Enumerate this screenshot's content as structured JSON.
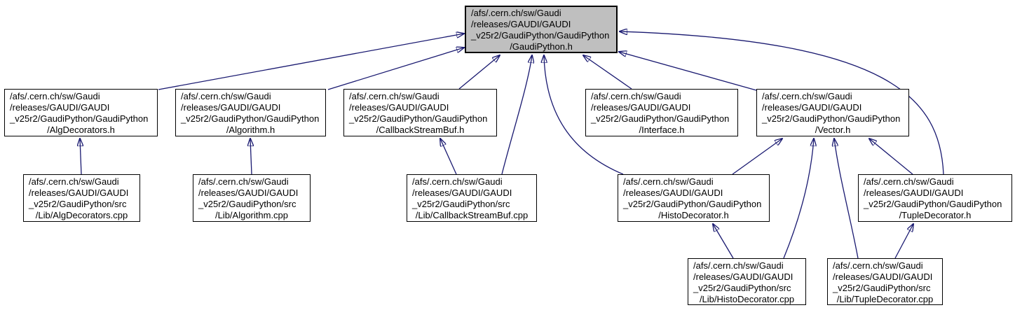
{
  "graph": {
    "kind": "include-dependency-graph",
    "colors": {
      "background": "#ffffff",
      "edge": "#191970",
      "node_fill": "#ffffff",
      "node_border": "#000000",
      "highlighted_node_fill": "#bfbfbf"
    },
    "nodes": {
      "gaudipython_h": {
        "path_lines": "/afs/.cern.ch/sw/Gaudi\n/releases/GAUDI/GAUDI\n_v25r2/GaudiPython/GaudiPython",
        "file_line": "/GaudiPython.h",
        "highlighted": true
      },
      "algdecorators_h": {
        "path_lines": "/afs/.cern.ch/sw/Gaudi\n/releases/GAUDI/GAUDI\n_v25r2/GaudiPython/GaudiPython",
        "file_line": "/AlgDecorators.h",
        "highlighted": false
      },
      "algorithm_h": {
        "path_lines": "/afs/.cern.ch/sw/Gaudi\n/releases/GAUDI/GAUDI\n_v25r2/GaudiPython/GaudiPython",
        "file_line": "/Algorithm.h",
        "highlighted": false
      },
      "callbackstreambuf_h": {
        "path_lines": "/afs/.cern.ch/sw/Gaudi\n/releases/GAUDI/GAUDI\n_v25r2/GaudiPython/GaudiPython",
        "file_line": "/CallbackStreamBuf.h",
        "highlighted": false
      },
      "interface_h": {
        "path_lines": "/afs/.cern.ch/sw/Gaudi\n/releases/GAUDI/GAUDI\n_v25r2/GaudiPython/GaudiPython",
        "file_line": "/Interface.h",
        "highlighted": false
      },
      "vector_h": {
        "path_lines": "/afs/.cern.ch/sw/Gaudi\n/releases/GAUDI/GAUDI\n_v25r2/GaudiPython/GaudiPython",
        "file_line": "/Vector.h",
        "highlighted": false
      },
      "algdecorators_cpp": {
        "path_lines": "/afs/.cern.ch/sw/Gaudi\n/releases/GAUDI/GAUDI\n_v25r2/GaudiPython/src",
        "file_line": "/Lib/AlgDecorators.cpp",
        "highlighted": false
      },
      "algorithm_cpp": {
        "path_lines": "/afs/.cern.ch/sw/Gaudi\n/releases/GAUDI/GAUDI\n_v25r2/GaudiPython/src",
        "file_line": "/Lib/Algorithm.cpp",
        "highlighted": false
      },
      "callbackstreambuf_cpp": {
        "path_lines": "/afs/.cern.ch/sw/Gaudi\n/releases/GAUDI/GAUDI\n_v25r2/GaudiPython/src",
        "file_line": "/Lib/CallbackStreamBuf.cpp",
        "highlighted": false
      },
      "histodecorator_h": {
        "path_lines": "/afs/.cern.ch/sw/Gaudi\n/releases/GAUDI/GAUDI\n_v25r2/GaudiPython/GaudiPython",
        "file_line": "/HistoDecorator.h",
        "highlighted": false
      },
      "tupledecorator_h": {
        "path_lines": "/afs/.cern.ch/sw/Gaudi\n/releases/GAUDI/GAUDI\n_v25r2/GaudiPython/GaudiPython",
        "file_line": "/TupleDecorator.h",
        "highlighted": false
      },
      "histodecorator_cpp": {
        "path_lines": "/afs/.cern.ch/sw/Gaudi\n/releases/GAUDI/GAUDI\n_v25r2/GaudiPython/src",
        "file_line": "/Lib/HistoDecorator.cpp",
        "highlighted": false
      },
      "tupledecorator_cpp": {
        "path_lines": "/afs/.cern.ch/sw/Gaudi\n/releases/GAUDI/GAUDI\n_v25r2/GaudiPython/src",
        "file_line": "/Lib/TupleDecorator.cpp",
        "highlighted": false
      }
    },
    "edges": [
      {
        "from": "AlgDecorators.cpp",
        "to": "AlgDecorators.h"
      },
      {
        "from": "Algorithm.cpp",
        "to": "Algorithm.h"
      },
      {
        "from": "CallbackStreamBuf.cpp",
        "to": "CallbackStreamBuf.h"
      },
      {
        "from": "AlgDecorators.h",
        "to": "GaudiPython.h"
      },
      {
        "from": "Algorithm.h",
        "to": "GaudiPython.h"
      },
      {
        "from": "CallbackStreamBuf.h",
        "to": "GaudiPython.h"
      },
      {
        "from": "CallbackStreamBuf.cpp",
        "to": "GaudiPython.h"
      },
      {
        "from": "HistoDecorator.h",
        "to": "GaudiPython.h"
      },
      {
        "from": "Interface.h",
        "to": "GaudiPython.h"
      },
      {
        "from": "Vector.h",
        "to": "GaudiPython.h"
      },
      {
        "from": "TupleDecorator.h",
        "to": "GaudiPython.h"
      },
      {
        "from": "HistoDecorator.h",
        "to": "Vector.h"
      },
      {
        "from": "TupleDecorator.h",
        "to": "Vector.h"
      },
      {
        "from": "HistoDecorator.cpp",
        "to": "Vector.h"
      },
      {
        "from": "TupleDecorator.cpp",
        "to": "Vector.h"
      },
      {
        "from": "HistoDecorator.cpp",
        "to": "HistoDecorator.h"
      },
      {
        "from": "TupleDecorator.cpp",
        "to": "TupleDecorator.h"
      }
    ]
  }
}
